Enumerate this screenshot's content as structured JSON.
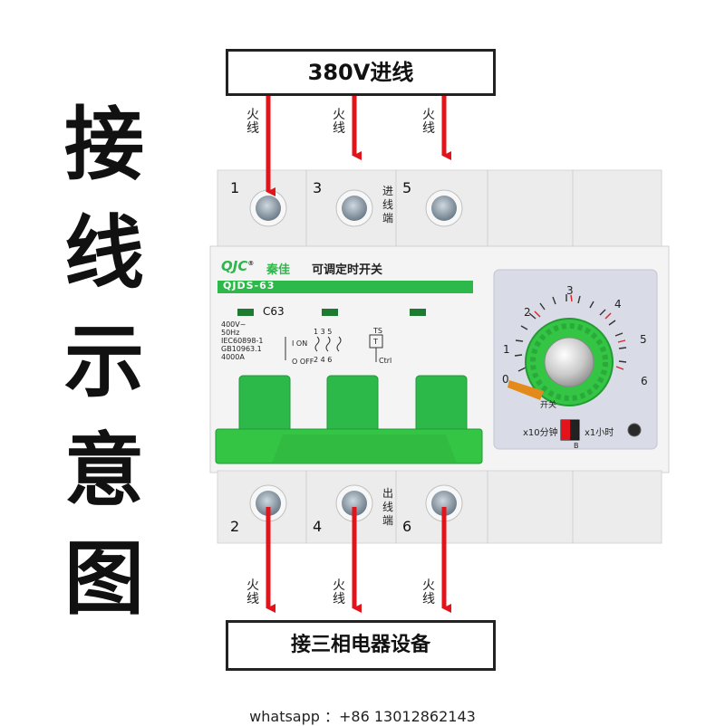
{
  "title_chars": [
    "接",
    "线",
    "示",
    "意",
    "图"
  ],
  "input_box": "380V进线",
  "output_box": "接三相电器设备",
  "wire_label": [
    "火",
    "线"
  ],
  "top_terminals": [
    "1",
    "3",
    "5"
  ],
  "bottom_terminals": [
    "2",
    "4",
    "6"
  ],
  "in_terminal_label": [
    "进",
    "线",
    "端"
  ],
  "out_terminal_label": [
    "出",
    "线",
    "端"
  ],
  "brand": {
    "logo": "QJC",
    "registered": "®",
    "name_cn": "秦佳",
    "product_cn": "可调定时开关",
    "model": "QJDS-63"
  },
  "rating": "C63",
  "specs": [
    "400V~",
    "50Hz",
    "IEC60898-1",
    "GB10963.1",
    "4000A"
  ],
  "switch_states": {
    "on": "I ON",
    "off": "O OFF"
  },
  "schematic": {
    "top": "1 3 5",
    "bottom": "2 4 6",
    "ts": "TS",
    "t": "T",
    "ctrl": "Ctrl"
  },
  "dial": {
    "ticks": [
      "0",
      "1",
      "2",
      "3",
      "4",
      "5",
      "6"
    ],
    "open_label": "开关",
    "left_mode": "x10分钟",
    "right_mode": "x1小时",
    "switch_letter": "B"
  },
  "footer": "whatsapp ：+86 13012862143",
  "colors": {
    "green": "#2db84a",
    "dial_green": "#35c544",
    "wire": "#e3131b",
    "body": "#ececec",
    "panel": "#d9dbe6"
  }
}
